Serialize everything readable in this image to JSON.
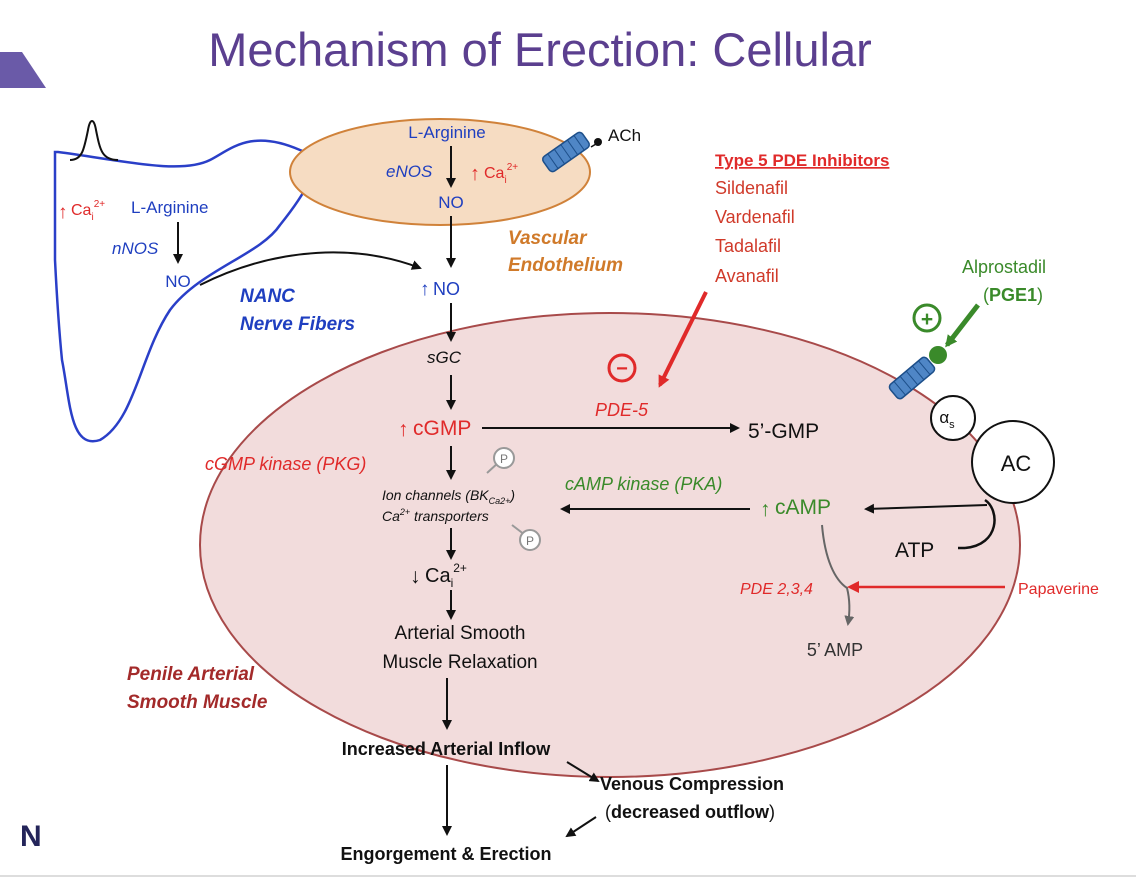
{
  "title": "Mechanism of Erection: Cellular",
  "colors": {
    "title": "#5b3f8f",
    "nerve": "#2a3fc8",
    "nerve_text": "#1f3fc0",
    "endothelium_fill": "#f6dcc2",
    "endothelium_stroke": "#d0823a",
    "endothelium_text": "#d07a2a",
    "muscle_fill": "#f2dcdc",
    "muscle_stroke": "#a84a4a",
    "muscle_text": "#a32a2a",
    "red": "#e02a2a",
    "green": "#3a8a2a",
    "black": "#111111",
    "receptor": "#2a6cb0",
    "gray": "#777777"
  },
  "nerve": {
    "up_arrow": "↑",
    "ca_label": "Ca",
    "ca_sub": "i",
    "ca_sup": "2+",
    "substrate": "L-Arginine",
    "enzyme": "nNOS",
    "product": "NO",
    "label_line1": "NANC",
    "label_line2": "Nerve Fibers"
  },
  "endothelium": {
    "substrate": "L-Arginine",
    "enzyme": "eNOS",
    "product": "NO",
    "ach": "ACh",
    "up_arrow": "↑",
    "ca_label": "Ca",
    "ca_sub": "i",
    "ca_sup": "2+",
    "label_line1": "Vascular",
    "label_line2": "Endothelium"
  },
  "pde5_inhibitors": {
    "heading": "Type 5 PDE Inhibitors",
    "drugs": [
      "Sildenafil",
      "Vardenafil",
      "Tadalafil",
      "Avanafil"
    ]
  },
  "alprostadil": {
    "name": "Alprostadil",
    "abbrev_open": "(",
    "abbrev": "PGE1",
    "abbrev_close": ")",
    "plus": "+"
  },
  "pathway": {
    "no_up_arrow": "↑",
    "no_label": "NO",
    "sgc": "sGC",
    "cgmp_up_arrow": "↑",
    "cgmp": "cGMP",
    "pde5": "PDE-5",
    "minus": "−",
    "gmp": "5’-GMP",
    "pkg": "cGMP kinase (PKG)",
    "phospho": "P",
    "ion_channels_a": "Ion channels (BK",
    "ion_channels_sub": "Ca2+",
    "ion_channels_b": ")",
    "ca_transport_sup": "2+",
    "ca_transport_a": "Ca",
    "ca_transport_b": " transporters",
    "pka": "cAMP kinase (PKA)",
    "camp_up_arrow": "↑",
    "camp": "cAMP",
    "alpha": "α",
    "alpha_sub": "s",
    "ac": "AC",
    "atp": "ATP",
    "pde234": "PDE 2,3,4",
    "papaverine": "Papaverine",
    "amp": "5’ AMP",
    "ca_down_arrow": "↓",
    "ca_label": "Ca",
    "ca_sub": "i",
    "ca_sup": "2+",
    "relax_line1": "Arterial Smooth",
    "relax_line2": "Muscle Relaxation"
  },
  "muscle": {
    "label_line1": "Penile Arterial",
    "label_line2": "Smooth Muscle"
  },
  "outcomes": {
    "inflow": "Increased Arterial Inflow",
    "venous_line1": "Venous Compression",
    "venous_line2_open": "(",
    "venous_line2_bold": "decreased outflow",
    "venous_line2_close": ")",
    "erection": "Engorgement & Erection"
  },
  "logo": "N"
}
